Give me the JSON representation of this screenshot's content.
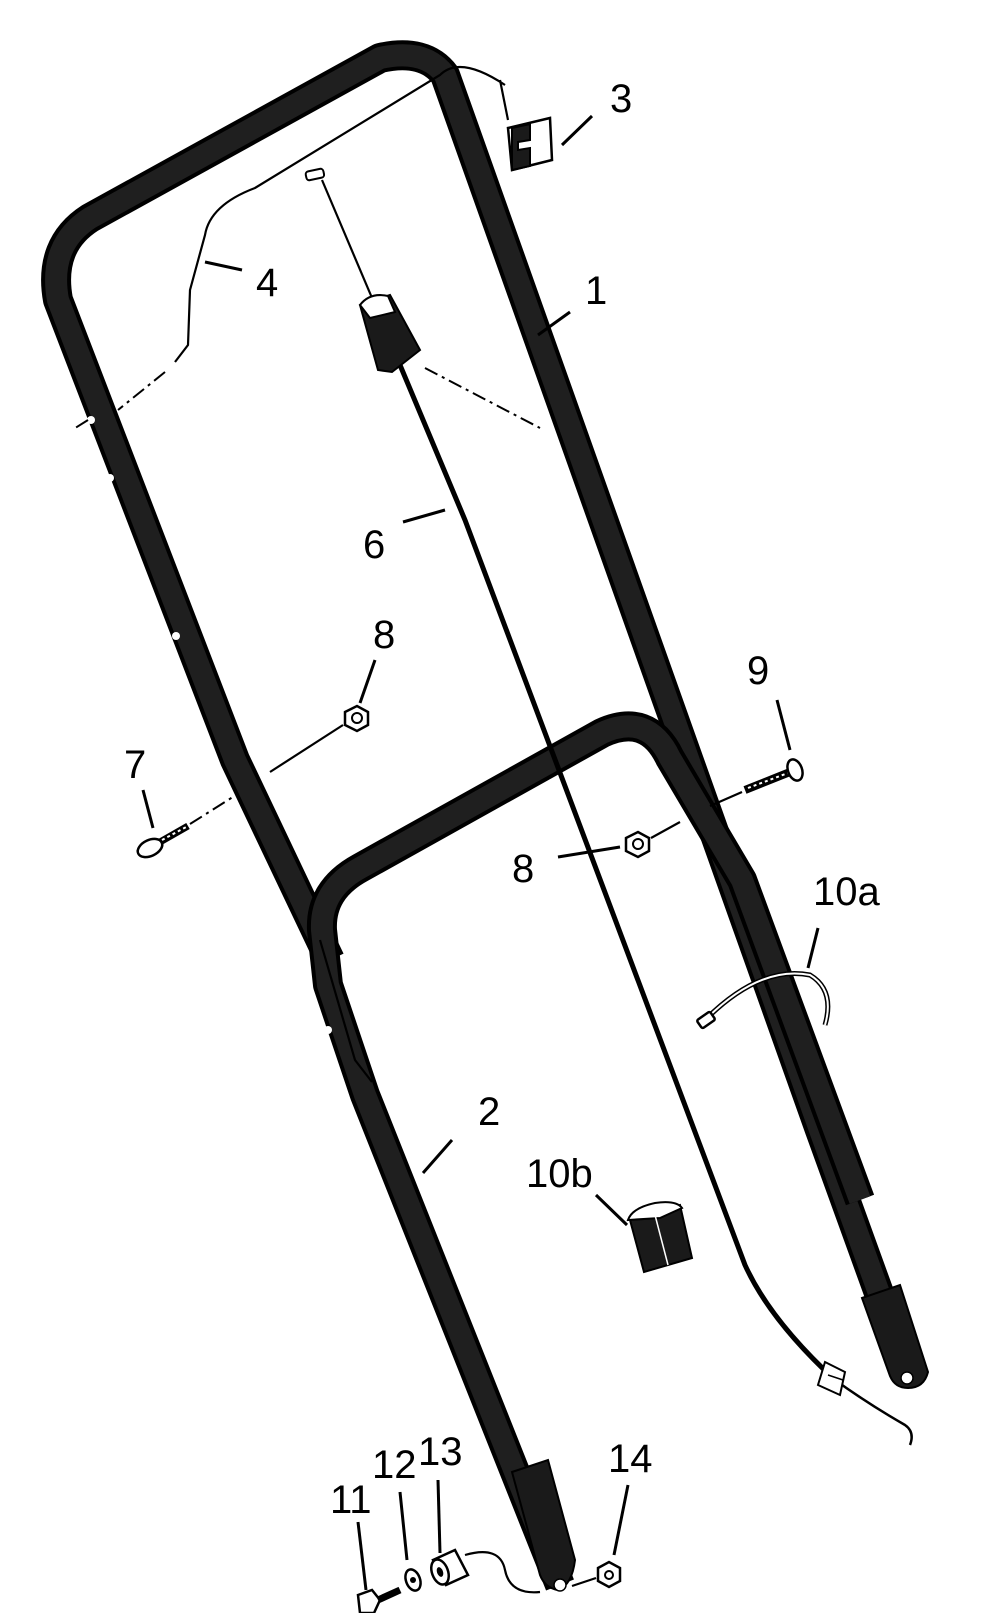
{
  "callouts": {
    "c1": "1",
    "c2": "2",
    "c3": "3",
    "c4": "4",
    "c6": "6",
    "c7": "7",
    "c8a": "8",
    "c8b": "8",
    "c9": "9",
    "c10a": "10a",
    "c10b": "10b",
    "c11": "11",
    "c12": "12",
    "c13": "13",
    "c14": "14"
  }
}
